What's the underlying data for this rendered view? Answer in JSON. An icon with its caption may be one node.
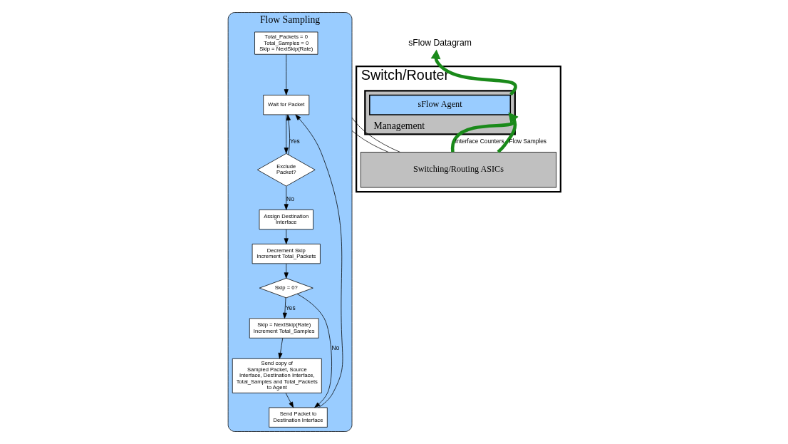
{
  "diagram": {
    "nodes": [
      {
        "text": [
          "Switch/Router"
        ]
      },
      {
        "text": [
          "Management"
        ],
        "in": 0
      },
      {
        "text": [
          "sFlow Agent"
        ],
        "in": 1
      },
      {
        "text": [
          "Switching/Routing ASICs"
        ],
        "in": 0
      },
      {
        "text": [
          "sFlow Datagram"
        ]
      },
      {
        "text": [
          "Flow Sampling"
        ]
      },
      {
        "text": [
          "Total_Packets = 0 Total_Samples = 0 Skip = NextSkip(Rate)"
        ],
        "in": 5
      },
      {
        "text": [
          "Wait for Packet"
        ],
        "in": 5
      },
      {
        "text": [
          "Exclude Packet?"
        ],
        "in": 5
      },
      {
        "text": [
          "Assign Destination Interface"
        ],
        "in": 5
      },
      {
        "text": [
          "Decrement Skip Increment Total_Packets"
        ],
        "in": 5
      },
      {
        "text": [
          "Skip = 0?"
        ],
        "in": 5
      },
      {
        "text": [
          "Skip = NextSkip(Rate) Increment Total_Samples"
        ],
        "in": 5
      },
      {
        "text": [
          "Send copy of Sampled Packet, Source Interface, Destination Interface, Total_Samples and Total_Packets to Agent"
        ],
        "in": 5
      },
      {
        "text": [
          "Send Packet to Destination Interface"
        ],
        "in": 5
      }
    ],
    "edges": [
      {
        "from": 2,
        "to": 4,
        "arrow": "to",
        "style": "thick",
        "color": "#1a8a1a"
      },
      {
        "from": 3,
        "to": 2,
        "arrow": "to",
        "label": "Interface Counters",
        "style": "thick",
        "color": "#1a8a1a"
      },
      {
        "from": 3,
        "to": 2,
        "arrow": "to",
        "label": "Flow Samples",
        "style": "thick",
        "color": "#1a8a1a"
      },
      {
        "from": 3,
        "to": 5,
        "arrow": "none"
      },
      {
        "from": 3,
        "to": 5,
        "arrow": "none"
      },
      {
        "from": 6,
        "to": 7,
        "arrow": "to"
      },
      {
        "from": 7,
        "to": 8,
        "arrow": "to"
      },
      {
        "from": 8,
        "to": 7,
        "arrow": "to",
        "label": "Yes"
      },
      {
        "from": 8,
        "to": 9,
        "arrow": "to",
        "label": "No"
      },
      {
        "from": 9,
        "to": 10,
        "arrow": "to"
      },
      {
        "from": 10,
        "to": 11,
        "arrow": "to"
      },
      {
        "from": 11,
        "to": 12,
        "arrow": "to",
        "label": "Yes"
      },
      {
        "from": 11,
        "to": 14,
        "arrow": "to",
        "label": "No"
      },
      {
        "from": 12,
        "to": 13,
        "arrow": "to"
      },
      {
        "from": 13,
        "to": 14,
        "arrow": "to"
      },
      {
        "from": 14,
        "to": 7,
        "arrow": "to"
      }
    ]
  }
}
